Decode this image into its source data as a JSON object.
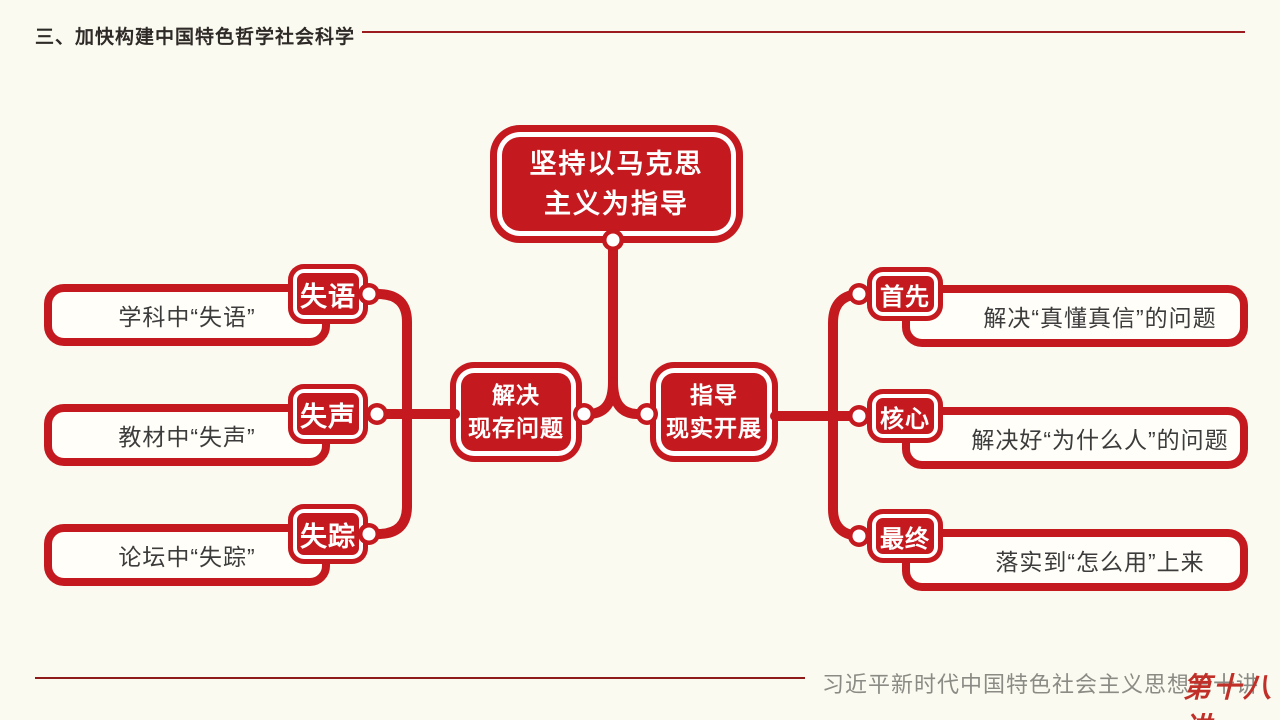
{
  "header": {
    "title": "三、加快构建中国特色哲学社会科学"
  },
  "diagram": {
    "root": {
      "line1": "坚持以马克思",
      "line2": "主义为指导"
    },
    "left_hub": {
      "line1": "解决",
      "line2": "现存问题"
    },
    "right_hub": {
      "line1": "指导",
      "line2": "现实开展"
    },
    "left_items": [
      {
        "badge": "失语",
        "text": "学科中“失语”"
      },
      {
        "badge": "失声",
        "text": "教材中“失声”"
      },
      {
        "badge": "失踪",
        "text": "论坛中“失踪”"
      }
    ],
    "right_items": [
      {
        "badge": "首先",
        "text": "解决“真懂真信”的问题"
      },
      {
        "badge": "核心",
        "text": "解决好“为什么人”的问题"
      },
      {
        "badge": "最终",
        "text": "落实到“怎么用”上来"
      }
    ]
  },
  "footer": {
    "series_title": "习近平新时代中国特色社会主义思想三十讲",
    "episode": "第十八讲"
  },
  "colors": {
    "accent_red": "#c4191e",
    "header_rule": "#9b1b1f",
    "footer_rule": "#8e1a1a",
    "background": "#fbfaf0",
    "box_fill": "#fffef8",
    "dark_text": "#3c3c3c",
    "footer_gray": "#8b8b85",
    "episode_red": "#c13028"
  }
}
